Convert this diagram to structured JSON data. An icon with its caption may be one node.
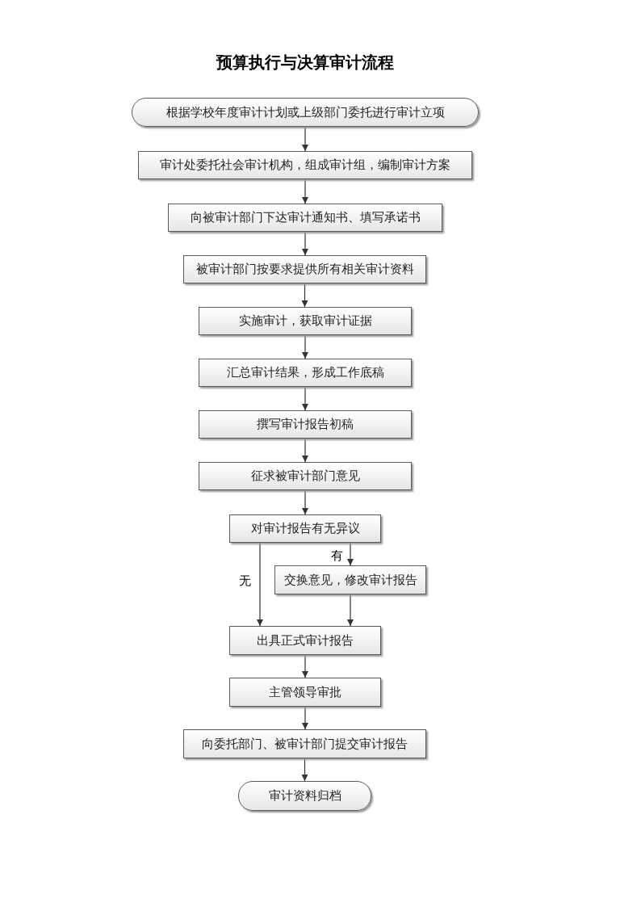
{
  "diagram": {
    "title": "预算执行与决算审计流程",
    "nodes": [
      {
        "text": [
          "根据学校年度审计计划或上级部门委托进行审计立项"
        ]
      },
      {
        "text": [
          "审计处委托社会审计机构，组成审计组，编制审计方案"
        ]
      },
      {
        "text": [
          "向被审计部门下达审计通知书、填写承诺书"
        ]
      },
      {
        "text": [
          "被审计部门按要求提供所有相关审计资料"
        ]
      },
      {
        "text": [
          "实施审计，获取审计证据"
        ]
      },
      {
        "text": [
          "汇总审计结果，形成工作底稿"
        ]
      },
      {
        "text": [
          "撰写审计报告初稿"
        ]
      },
      {
        "text": [
          "征求被审计部门意见"
        ]
      },
      {
        "text": [
          "对审计报告有无异议"
        ]
      },
      {
        "text": [
          "交换意见，修改审计报告"
        ]
      },
      {
        "text": [
          "出具正式审计报告"
        ]
      },
      {
        "text": [
          "主管领导审批"
        ]
      },
      {
        "text": [
          "向委托部门、被审计部门提交审计报告"
        ]
      },
      {
        "text": [
          "审计资料归档"
        ]
      }
    ],
    "edges": [
      {
        "from": 0,
        "to": 1,
        "arrow": "to"
      },
      {
        "from": 1,
        "to": 2,
        "arrow": "to"
      },
      {
        "from": 2,
        "to": 3,
        "arrow": "to"
      },
      {
        "from": 3,
        "to": 4,
        "arrow": "to"
      },
      {
        "from": 4,
        "to": 5,
        "arrow": "to"
      },
      {
        "from": 5,
        "to": 6,
        "arrow": "to"
      },
      {
        "from": 6,
        "to": 7,
        "arrow": "to"
      },
      {
        "from": 7,
        "to": 8,
        "arrow": "to"
      },
      {
        "from": 8,
        "to": 10,
        "arrow": "to",
        "label": "无"
      },
      {
        "from": 8,
        "to": 9,
        "arrow": "to",
        "label": "有"
      },
      {
        "from": 9,
        "to": 10,
        "arrow": "to"
      },
      {
        "from": 10,
        "to": 11,
        "arrow": "to"
      },
      {
        "from": 11,
        "to": 12,
        "arrow": "to"
      },
      {
        "from": 12,
        "to": 13,
        "arrow": "to"
      }
    ]
  }
}
